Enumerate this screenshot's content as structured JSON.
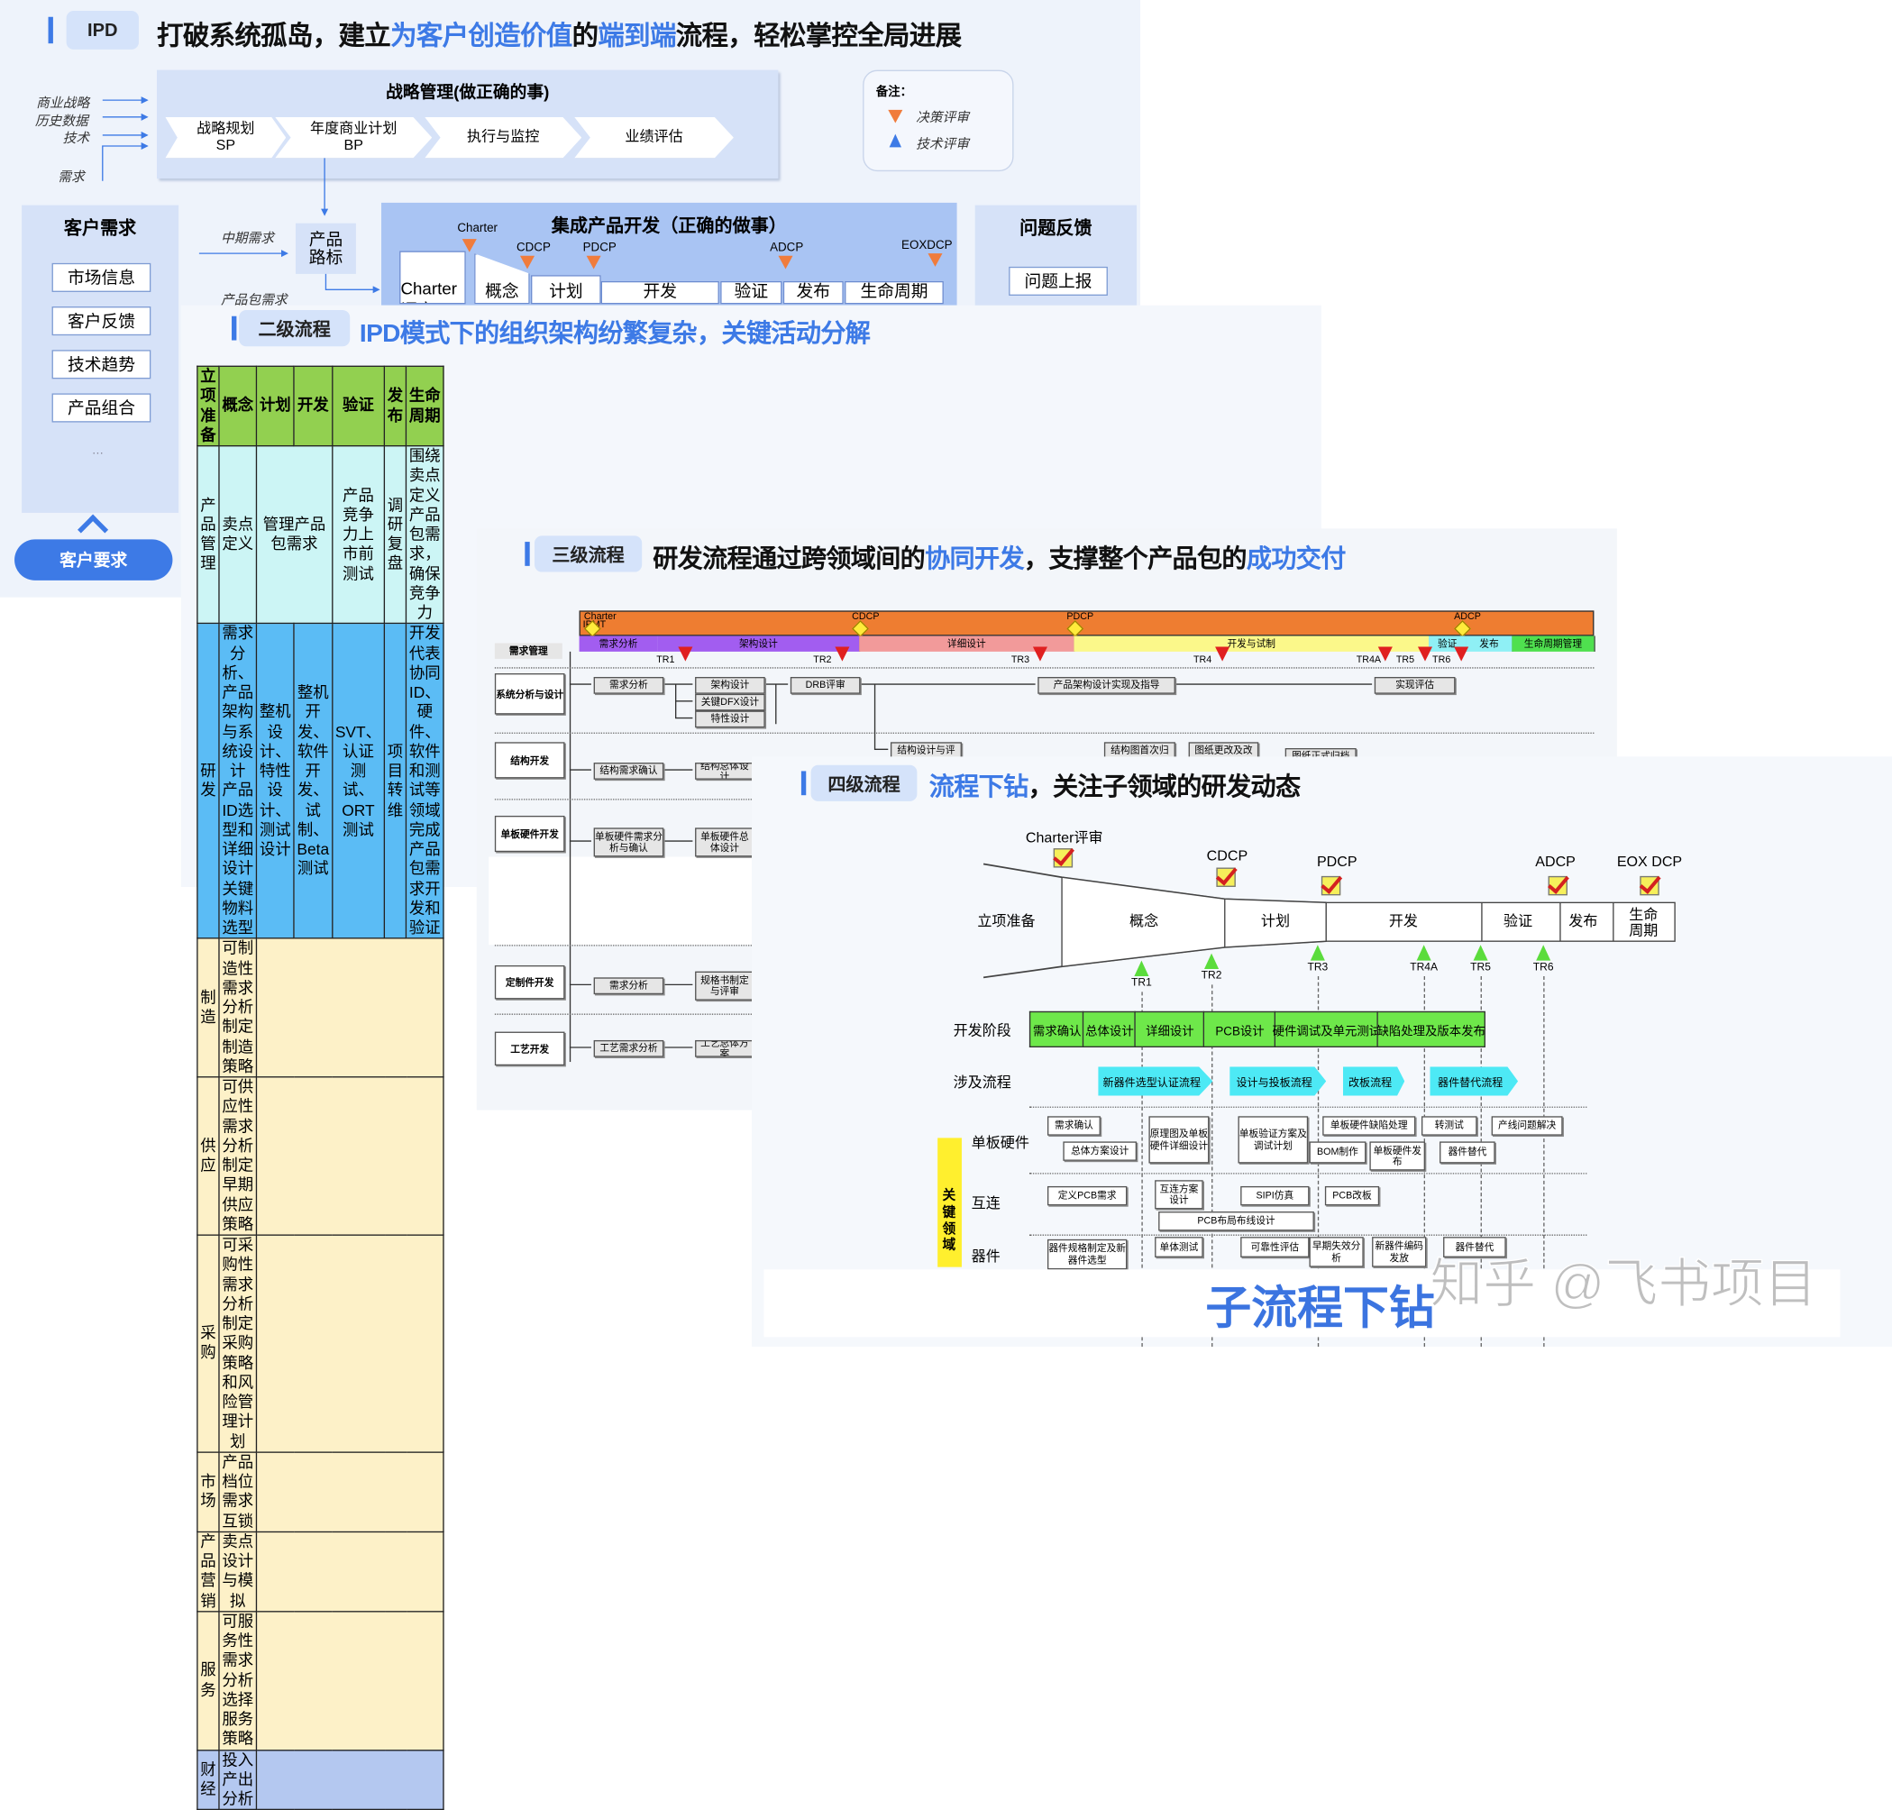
{
  "panel1": {
    "chip": "IPD",
    "title_parts": [
      "打破系统孤岛，建立",
      "为客户创造价值",
      "的",
      "端到端",
      "流程，轻松掌控全局进展"
    ],
    "strategy": {
      "title": "战略管理(做正确的事)",
      "inputs": [
        "商业战略",
        "历史数据",
        "技术",
        "需求"
      ],
      "steps": [
        {
          "line1": "战略规划",
          "line2": "SP"
        },
        {
          "line1": "年度商业计划",
          "line2": "BP"
        },
        {
          "line1": "执行与监控",
          "line2": ""
        },
        {
          "line1": "业绩评估",
          "line2": ""
        }
      ]
    },
    "legend": {
      "title": "备注：",
      "decision": "决策评审",
      "technical": "技术评审"
    },
    "customer": {
      "title": "客户需求",
      "items": [
        "市场信息",
        "客户反馈",
        "技术趋势",
        "产品组合"
      ],
      "more": "…",
      "button": "客户要求"
    },
    "roadmap": {
      "label1": "产品",
      "label2": "路标",
      "mid_demand": "中期需求",
      "package_demand": "产品包需求"
    },
    "ipd": {
      "title": "集成产品开发（正确的做事）",
      "milestones": [
        "Charter",
        "CDCP",
        "PDCP",
        "ADCP",
        "EOXDCP"
      ],
      "stages": [
        "Charter评审",
        "概念",
        "计划",
        "开发",
        "验证",
        "发布",
        "生命周期"
      ]
    },
    "feedback": {
      "title": "问题反馈",
      "button": "问题上报"
    }
  },
  "panel2": {
    "chip": "二级流程",
    "title": "IPD模式下的组织架构纷繁复杂，关键活动分解",
    "headers": [
      "立项准备",
      "概念",
      "计划",
      "开发",
      "验证",
      "发布",
      "生命周期"
    ],
    "rows": [
      {
        "dept": "产品管理",
        "cells": [
          "卖点定义",
          "管理产品包需求",
          "产品竞争力上市前测试",
          "调研复盘",
          "围绕卖点定义产品包需求，确保竞争力"
        ]
      },
      {
        "dept": "研发",
        "cells": [
          "需求分析、产品架构与系统设计\n产品ID选型和详细设计\n关键物料选型",
          "整机设计、特性设计、测试设计",
          "整机开发、软件开发、试制、Beta测试",
          "SVT、认证测试、ORT测试",
          "项目转维",
          "开发代表协同ID、硬件、软件和测试等领域完成产品包需求开发和验证"
        ]
      },
      {
        "dept": "制造",
        "cells": [
          "可制造性需求分析\n制定制造策略"
        ]
      },
      {
        "dept": "供应",
        "cells": [
          "可供应性需求分析\n制定早期供应策略"
        ]
      },
      {
        "dept": "采购",
        "cells": [
          "可采购性需求分析\n制定采购策略和风险管理计划"
        ]
      },
      {
        "dept": "市场",
        "cells": [
          "产品档位需求互锁"
        ]
      },
      {
        "dept": "产品营销",
        "cells": [
          "卖点设计与模拟"
        ]
      },
      {
        "dept": "服务",
        "cells": [
          "可服务性需求分析\n选择服务策略"
        ]
      },
      {
        "dept": "财经",
        "cells": [
          "投入产出分析"
        ]
      }
    ],
    "colors": {
      "header": "#92d050",
      "product": "#ccf5f5",
      "rnd": "#5bbcf5",
      "support": "#fdf1c8",
      "finance": "#b4c8f0"
    }
  },
  "panel3": {
    "chip": "三级流程",
    "title_parts": [
      "研发流程通过跨领域间的",
      "协同开发",
      "，支撑整个产品包的",
      "成功交付"
    ],
    "ipmt": "IPMT",
    "milestones": [
      "Charter",
      "CDCP",
      "PDCP",
      "ADCP"
    ],
    "phases": [
      "需求分析",
      "架构设计",
      "详细设计",
      "开发与试制",
      "验证",
      "发布",
      "生命周期管理"
    ],
    "tr": [
      "TR1",
      "TR2",
      "TR3",
      "TR4",
      "TR4A",
      "TR5",
      "TR6"
    ],
    "lanes": [
      "需求管理",
      "系统分析与设计",
      "结构开发",
      "单板硬件开发",
      "定制件开发",
      "工艺开发"
    ],
    "boxes": [
      "需求分析",
      "架构设计",
      "关键DFX设计",
      "特性设计",
      "DRB评审",
      "产品架构设计实现及指导",
      "实现评估",
      "结构设计与评",
      "结构图首次归",
      "图纸更改及改",
      "图纸正式归档",
      "结构需求确认",
      "结构总体设计",
      "单板硬件需求分析与确认",
      "单板硬件总体设计",
      "需求分析",
      "规格书制定与评审",
      "工艺需求分析",
      "工艺总体方案"
    ]
  },
  "panel4": {
    "chip": "四级流程",
    "title_parts": [
      "流程下钻",
      "，关注子领域的研发动态"
    ],
    "checkpoints": [
      "Charter评审",
      "CDCP",
      "PDCP",
      "ADCP",
      "EOX DCP"
    ],
    "stages": [
      "立项准备",
      "概念",
      "计划",
      "开发",
      "验证",
      "发布",
      "生命周期"
    ],
    "tr": [
      "TR1",
      "TR2",
      "TR3",
      "TR4A",
      "TR5",
      "TR6"
    ],
    "dev_stage_label": "开发阶段",
    "dev_stages": [
      "需求确认",
      "总体设计",
      "详细设计",
      "PCB设计",
      "硬件调试及单元测试",
      "缺陷处理及版本发布"
    ],
    "process_label": "涉及流程",
    "processes": [
      "新器件选型认证流程",
      "设计与投板流程",
      "改板流程",
      "器件替代流程"
    ],
    "key_domain_label": "关键领域",
    "domains": [
      {
        "name": "单板硬件",
        "tasks": [
          "需求确认",
          "总体方案设计",
          "原理图及单板硬件详细设计",
          "单板验证方案及调试计划",
          "单板硬件缺陷处理",
          "BOM制作",
          "单板硬件发布",
          "转测试",
          "器件替代",
          "产线问题解决"
        ]
      },
      {
        "name": "互连",
        "tasks": [
          "定义PCB需求",
          "互连方案设计",
          "SIPI仿真",
          "PCB改板",
          "PCB布局布线设计"
        ]
      },
      {
        "name": "器件",
        "tasks": [
          "器件规格制定及新器件选型",
          "单体测试",
          "可靠性评估",
          "早期失效分析",
          "新器件编码发放",
          "器件替代"
        ]
      }
    ],
    "banner": "子流程下钻",
    "watermark": "知乎 @飞书项目"
  }
}
